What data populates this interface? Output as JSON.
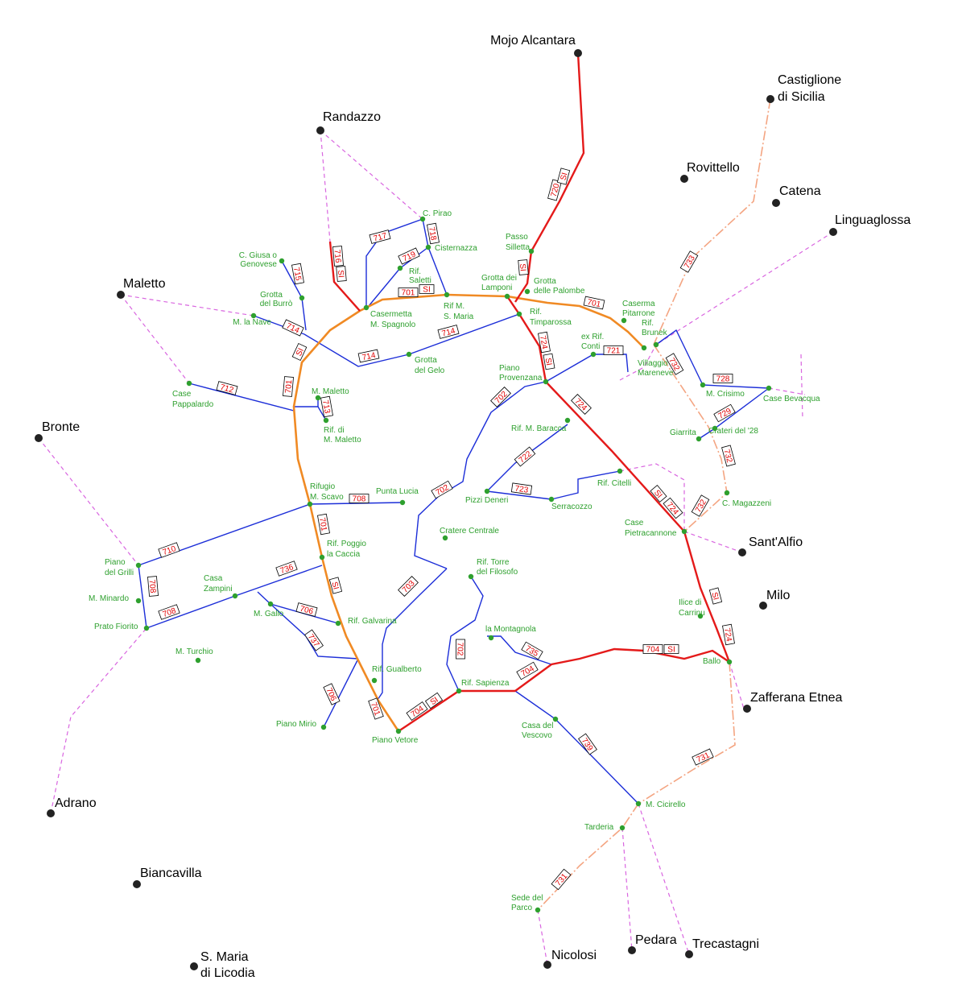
{
  "colors": {
    "primary_trail": "#e41a1a",
    "orange_trail": "#f08a24",
    "blue_trail": "#1c2ed8",
    "salmon_trail": "#f4a582",
    "connection": "#d966e0",
    "place_dot": "#2ea02e",
    "town_dot": "#222222",
    "badge_text": "#e00000"
  },
  "towns": [
    {
      "name": "Mojo Alcantara"
    },
    {
      "name": "Castiglione"
    },
    {
      "name": "di Sicilia"
    },
    {
      "name": "Randazzo"
    },
    {
      "name": "Rovittello"
    },
    {
      "name": "Catena"
    },
    {
      "name": "Linguaglossa"
    },
    {
      "name": "Maletto"
    },
    {
      "name": "Bronte"
    },
    {
      "name": "Sant'Alfio"
    },
    {
      "name": "Milo"
    },
    {
      "name": "Zafferana Etnea"
    },
    {
      "name": "Adrano"
    },
    {
      "name": "Biancavilla"
    },
    {
      "name": "S. Maria"
    },
    {
      "name": "di Licodia"
    },
    {
      "name": "Nicolosi"
    },
    {
      "name": "Pedara"
    },
    {
      "name": "Trecastagni"
    }
  ],
  "places": [
    {
      "name": "C. Pirao"
    },
    {
      "name": "Cisternazza"
    },
    {
      "name": "Rif."
    },
    {
      "name": "Saletti"
    },
    {
      "name": "C. Giusa o"
    },
    {
      "name": "Genovese"
    },
    {
      "name": "Grotta"
    },
    {
      "name": "del Burrò"
    },
    {
      "name": "M. la Nave"
    },
    {
      "name": "Casermetta"
    },
    {
      "name": "M. Spagnolo"
    },
    {
      "name": "Rif M."
    },
    {
      "name": "S. Maria"
    },
    {
      "name": "Passo"
    },
    {
      "name": "Silletta"
    },
    {
      "name": "Grotta dei"
    },
    {
      "name": "Lamponi"
    },
    {
      "name": "Grotta"
    },
    {
      "name": "delle Palombe"
    },
    {
      "name": "Rif."
    },
    {
      "name": "Timparossa"
    },
    {
      "name": "Caserma"
    },
    {
      "name": "Pitarrone"
    },
    {
      "name": "Rif."
    },
    {
      "name": "Brunek"
    },
    {
      "name": "ex Rif."
    },
    {
      "name": "Conti"
    },
    {
      "name": "Villaggio"
    },
    {
      "name": "Mareneve"
    },
    {
      "name": "Grotta"
    },
    {
      "name": "del Gelo"
    },
    {
      "name": "Piano"
    },
    {
      "name": "Provenzana"
    },
    {
      "name": "Case"
    },
    {
      "name": "Pappalardo"
    },
    {
      "name": "M. Maletto"
    },
    {
      "name": "Rif. di"
    },
    {
      "name": "M. Maletto"
    },
    {
      "name": "M. Crisimo"
    },
    {
      "name": "Case Bevacqua"
    },
    {
      "name": "Rif. M. Baracca"
    },
    {
      "name": "Giarrita"
    },
    {
      "name": "Crateri del '28"
    },
    {
      "name": "Rifugio"
    },
    {
      "name": "M. Scavo"
    },
    {
      "name": "Punta Lucia"
    },
    {
      "name": "Pizzi Deneri"
    },
    {
      "name": "Serracozzo"
    },
    {
      "name": "Rif. Citelli"
    },
    {
      "name": "C. Magazzeni"
    },
    {
      "name": "Cratere Centrale"
    },
    {
      "name": "Case"
    },
    {
      "name": "Pietracannone"
    },
    {
      "name": "Rif. Poggio"
    },
    {
      "name": "la Caccia"
    },
    {
      "name": "Piano"
    },
    {
      "name": "del Grilli"
    },
    {
      "name": "Rif. Torre"
    },
    {
      "name": "del Filosofo"
    },
    {
      "name": "Casa"
    },
    {
      "name": "Zampini"
    },
    {
      "name": "M. Minardo"
    },
    {
      "name": "Ilice di"
    },
    {
      "name": "Carrinu"
    },
    {
      "name": "M. Gallo"
    },
    {
      "name": "Rif. Galvarina"
    },
    {
      "name": "Prato Fiorito"
    },
    {
      "name": "la Montagnola"
    },
    {
      "name": "M. Turchio"
    },
    {
      "name": "Ballo"
    },
    {
      "name": "Rif. Gualberto"
    },
    {
      "name": "Rif. Sapienza"
    },
    {
      "name": "Piano Mirio"
    },
    {
      "name": "Casa del"
    },
    {
      "name": "Vescovo"
    },
    {
      "name": "Piano Vetore"
    },
    {
      "name": "M. Cicirello"
    },
    {
      "name": "Tarderia"
    },
    {
      "name": "Sede del"
    },
    {
      "name": "Parco"
    }
  ],
  "route_badges": [
    {
      "text": "720"
    },
    {
      "text": "SI"
    },
    {
      "text": "717"
    },
    {
      "text": "718"
    },
    {
      "text": "719"
    },
    {
      "text": "716"
    },
    {
      "text": "SI"
    },
    {
      "text": "715"
    },
    {
      "text": "701"
    },
    {
      "text": "SI"
    },
    {
      "text": "SI"
    },
    {
      "text": "701"
    },
    {
      "text": "733"
    },
    {
      "text": "714"
    },
    {
      "text": "714"
    },
    {
      "text": "714"
    },
    {
      "text": "SI"
    },
    {
      "text": "724"
    },
    {
      "text": "SI"
    },
    {
      "text": "721"
    },
    {
      "text": "732"
    },
    {
      "text": "701"
    },
    {
      "text": "712"
    },
    {
      "text": "713"
    },
    {
      "text": "702"
    },
    {
      "text": "724"
    },
    {
      "text": "728"
    },
    {
      "text": "729"
    },
    {
      "text": "732"
    },
    {
      "text": "722"
    },
    {
      "text": "723"
    },
    {
      "text": "702"
    },
    {
      "text": "708"
    },
    {
      "text": "SI"
    },
    {
      "text": "724"
    },
    {
      "text": "732"
    },
    {
      "text": "701"
    },
    {
      "text": "710"
    },
    {
      "text": "708"
    },
    {
      "text": "736"
    },
    {
      "text": "703"
    },
    {
      "text": "SI"
    },
    {
      "text": "SI"
    },
    {
      "text": "706"
    },
    {
      "text": "708"
    },
    {
      "text": "724"
    },
    {
      "text": "737"
    },
    {
      "text": "702"
    },
    {
      "text": "735"
    },
    {
      "text": "704"
    },
    {
      "text": "SI"
    },
    {
      "text": "704"
    },
    {
      "text": "706"
    },
    {
      "text": "701"
    },
    {
      "text": "704"
    },
    {
      "text": "SI"
    },
    {
      "text": "739"
    },
    {
      "text": "731"
    },
    {
      "text": "731"
    }
  ]
}
